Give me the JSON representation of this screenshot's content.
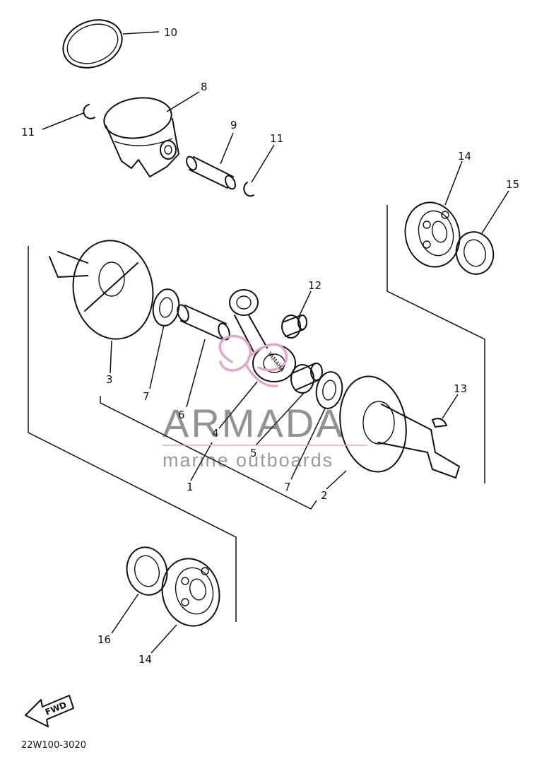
{
  "callouts": {
    "c10": "10",
    "c8": "8",
    "c11a": "11",
    "c9": "9",
    "c11b": "11",
    "c14a": "14",
    "c15": "15",
    "c12": "12",
    "c13": "13",
    "c3": "3",
    "c7a": "7",
    "c6": "6",
    "c4": "4",
    "c5": "5",
    "c1": "1",
    "c7b": "7",
    "c2": "2",
    "c16": "16",
    "c14b": "14"
  },
  "watermark": {
    "brand": "ARMADA",
    "tagline": "marine outboards",
    "accent_color": "#e2a6c8"
  },
  "fwd_label": "FWD",
  "diagram_code": "22W100-3020",
  "rod_marking": "YAMAHA"
}
